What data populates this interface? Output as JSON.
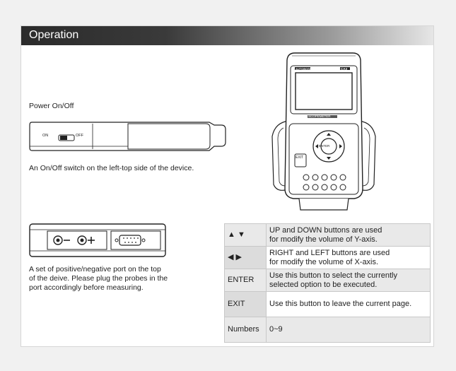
{
  "header": {
    "title": "Operation"
  },
  "power": {
    "heading": "Power On/Off",
    "switch_on": "ON",
    "switch_off": "OFF",
    "caption": "An On/Off switch on the left-top side of the device."
  },
  "ports": {
    "caption_lines": [
      "A set of positive/negative port on the top",
      "of the deive. Please plug the probes in the",
      "port accordingly before measuring."
    ]
  },
  "device": {
    "brand": "AUTOBOSS",
    "model": "CA3",
    "screen_label": "SCOPEMETER",
    "enter_label": "ENTER",
    "exit_label": "EXIT"
  },
  "operations": [
    {
      "key": "▲  ▼",
      "lines": [
        "UP and DOWN buttons are used",
        "for modify the volume of Y-axis."
      ]
    },
    {
      "key": "◀  ▶",
      "lines": [
        "RIGHT and LEFT buttons are used",
        "for modify the volume of X-axis."
      ]
    },
    {
      "key": "ENTER",
      "lines": [
        "Use this button to select the currently",
        "selected option to be executed."
      ]
    },
    {
      "key": "EXIT",
      "lines": [
        "Use this button to leave the current page."
      ]
    },
    {
      "key": "Numbers",
      "lines": [
        "0~9"
      ]
    }
  ]
}
